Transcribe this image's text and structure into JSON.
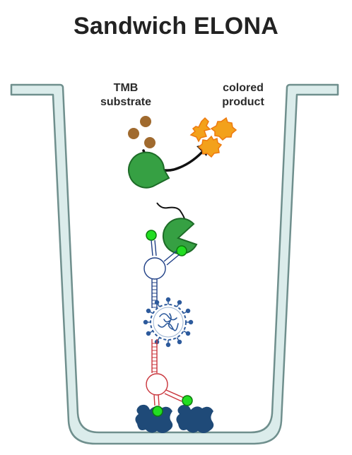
{
  "title": "Sandwich ELONA",
  "labels": {
    "tmb_line1": "TMB",
    "tmb_line2": "substrate",
    "product_line1": "colored",
    "product_line2": "product"
  },
  "colors": {
    "well": "#dbeceb",
    "well_stroke": "#6f8f8d",
    "enzyme": "#36a043",
    "biotin": "#22dd22",
    "tmb": "#a06a2e",
    "product": "#f3a11b",
    "capture_aptamer": "#c9343b",
    "detection_aptamer": "#1f3f86",
    "target": "#2d5a9c",
    "surface_protein": "#1f4a78"
  }
}
